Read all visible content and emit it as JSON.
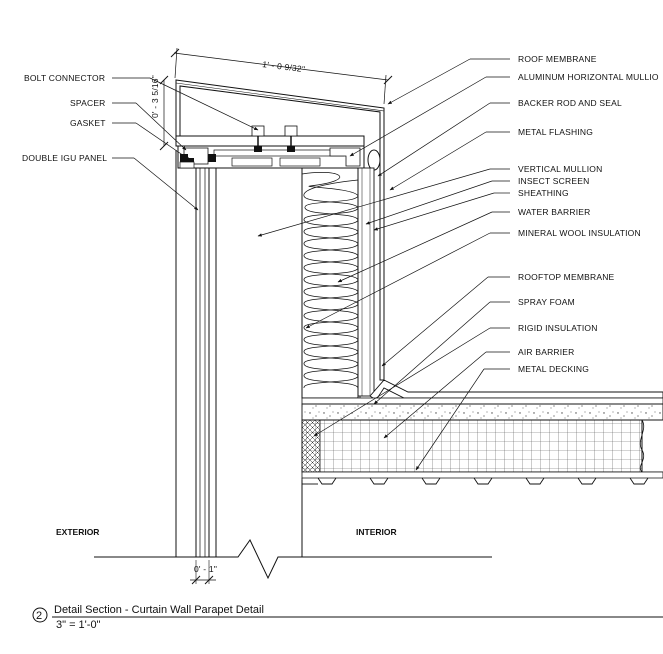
{
  "callouts_left": [
    {
      "text": "BOLT CONNECTOR"
    },
    {
      "text": "SPACER"
    },
    {
      "text": "GASKET"
    },
    {
      "text": "DOUBLE IGU PANEL"
    }
  ],
  "callouts_right": [
    {
      "text": "ROOF MEMBRANE"
    },
    {
      "text": "ALUMINUM HORIZONTAL MULLIO"
    },
    {
      "text": "BACKER ROD AND SEAL"
    },
    {
      "text": "METAL FLASHING"
    },
    {
      "text": "VERTICAL MULLION"
    },
    {
      "text": "INSECT SCREEN"
    },
    {
      "text": "SHEATHING"
    },
    {
      "text": "WATER BARRIER"
    },
    {
      "text": "MINERAL WOOL INSULATION"
    },
    {
      "text": "ROOFTOP MEMBRANE"
    },
    {
      "text": "SPRAY FOAM"
    },
    {
      "text": "RIGID INSULATION"
    },
    {
      "text": "AIR BARRIER"
    },
    {
      "text": "METAL DECKING"
    }
  ],
  "dimensions": {
    "top_width": "1' - 0 9/32\"",
    "vertical": "0' - 3 5/16\"",
    "bottom_width": "0' - 1\""
  },
  "zones": {
    "exterior": "EXTERIOR",
    "interior": "INTERIOR"
  },
  "title_block": {
    "number": "2",
    "title": "Detail Section - Curtain Wall Parapet Detail",
    "scale": "3\" = 1'-0\""
  }
}
